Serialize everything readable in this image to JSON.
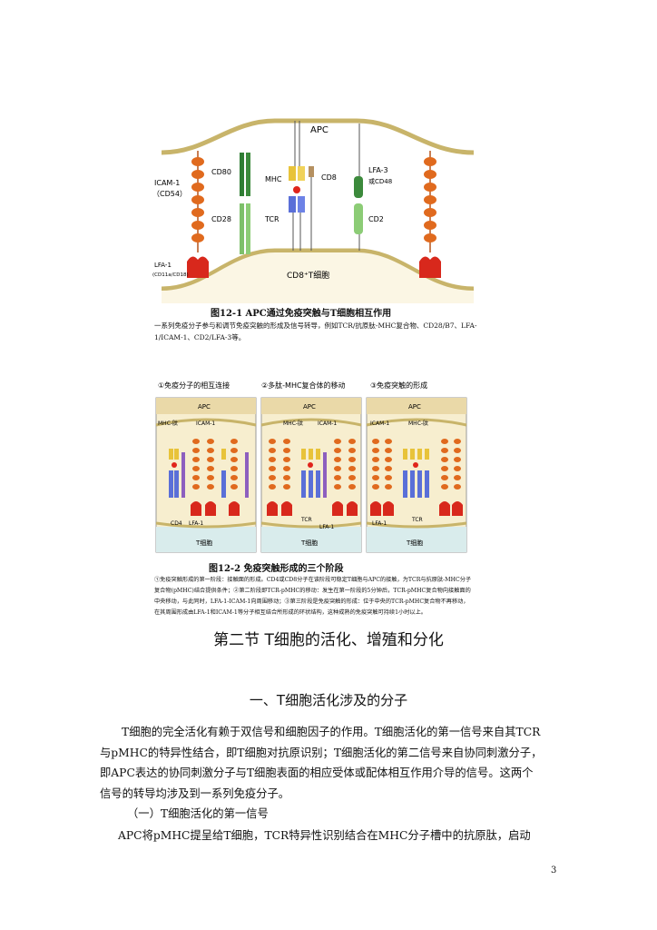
{
  "figure1": {
    "apc_label": "APC",
    "icam1": "ICAM-1",
    "cd54": "（CD54）",
    "cd80": "CD80",
    "mhc": "MHC",
    "cd8": "CD8",
    "lfa3": "LFA-3",
    "cd48": "或CD48",
    "cd28": "CD28",
    "tcr": "TCR",
    "cd2": "CD2",
    "lfa1": "LFA-1",
    "lfa1_sub": "(CD11a/CD18)",
    "tcell": "CD8⁺T细胞",
    "caption_title": "图12-1  APC通过免疫突触与T细胞相互作用",
    "caption_desc": "一系列免疫分子参与和调节免疫突触的形成及信号转导，例如TCR/抗原肽-MHC复合物、CD28/B7、LFA-1/ICAM-1、CD2/LFA-3等。"
  },
  "figure2": {
    "stage1": "①免疫分子的相互连接",
    "stage2": "②多肽-MHC复合体的移动",
    "stage3": "③免疫突触的形成",
    "apc": "APC",
    "tcell": "T细胞",
    "mhc_pep": "MHC-肽",
    "icam1": "ICAM-1",
    "cd4": "CD4",
    "lfa1": "LFA-1",
    "tcr": "TCR",
    "caption_title": "图12-2    免疫突触形成的三个阶段",
    "caption_desc": "①免疫突触形成的第一阶段：接触面的形成。CD4或CD8分子在该阶段可稳定T细胞与APC的接触，为TCR与抗原肽-MHC分子复合物(pMHC)结合提供条件；②第二阶段即TCR-pMHC的移动：发生在第一阶段的5分钟后，TCR-pMHC复合物向接触面的中央移动，与此同时，LFA-1-ICAM-1向周围移动；③第三阶段是免疫突触的形成：位于中央的TCR-pMHC复合物不再移动，在其周围形成由LFA-1和ICAM-1等分子相互结合所形成的环状结构，这种成熟的免疫突触可持续1小时以上。"
  },
  "section_title": "第二节  T细胞的活化、增殖和分化",
  "subsection_title": "一、T细胞活化涉及的分子",
  "paragraph1_lines": [
    "T细胞的完全活化有赖于双信号和细胞因子的作用。T细胞活化的第一信号来自其TCR",
    "与pMHC的特异性结合，即T细胞对抗原识别；T细胞活化的第二信号来自协同刺激分子，",
    "即APC表达的协同刺激分子与T细胞表面的相应受体或配体相互作用介导的信号。这两个",
    "信号的转导均涉及到一系列免疫分子。"
  ],
  "paragraph2": "（一）T细胞活化的第一信号",
  "paragraph3": "APC将pMHC提呈给T细胞，TCR特异性识别结合在MHC分子槽中的抗原肽，启动",
  "page_number": "3",
  "colors": {
    "membrane": "#c8b46a",
    "apc_fill": "#f7eecf",
    "tcell_fill": "#d9ecec",
    "orange_bead": "#e06a1e",
    "red_lfa": "#d8281c",
    "green": "#3c8a3c",
    "yellow": "#e8c33a",
    "blue": "#5a6fd8",
    "purple": "#8d5fbf"
  }
}
